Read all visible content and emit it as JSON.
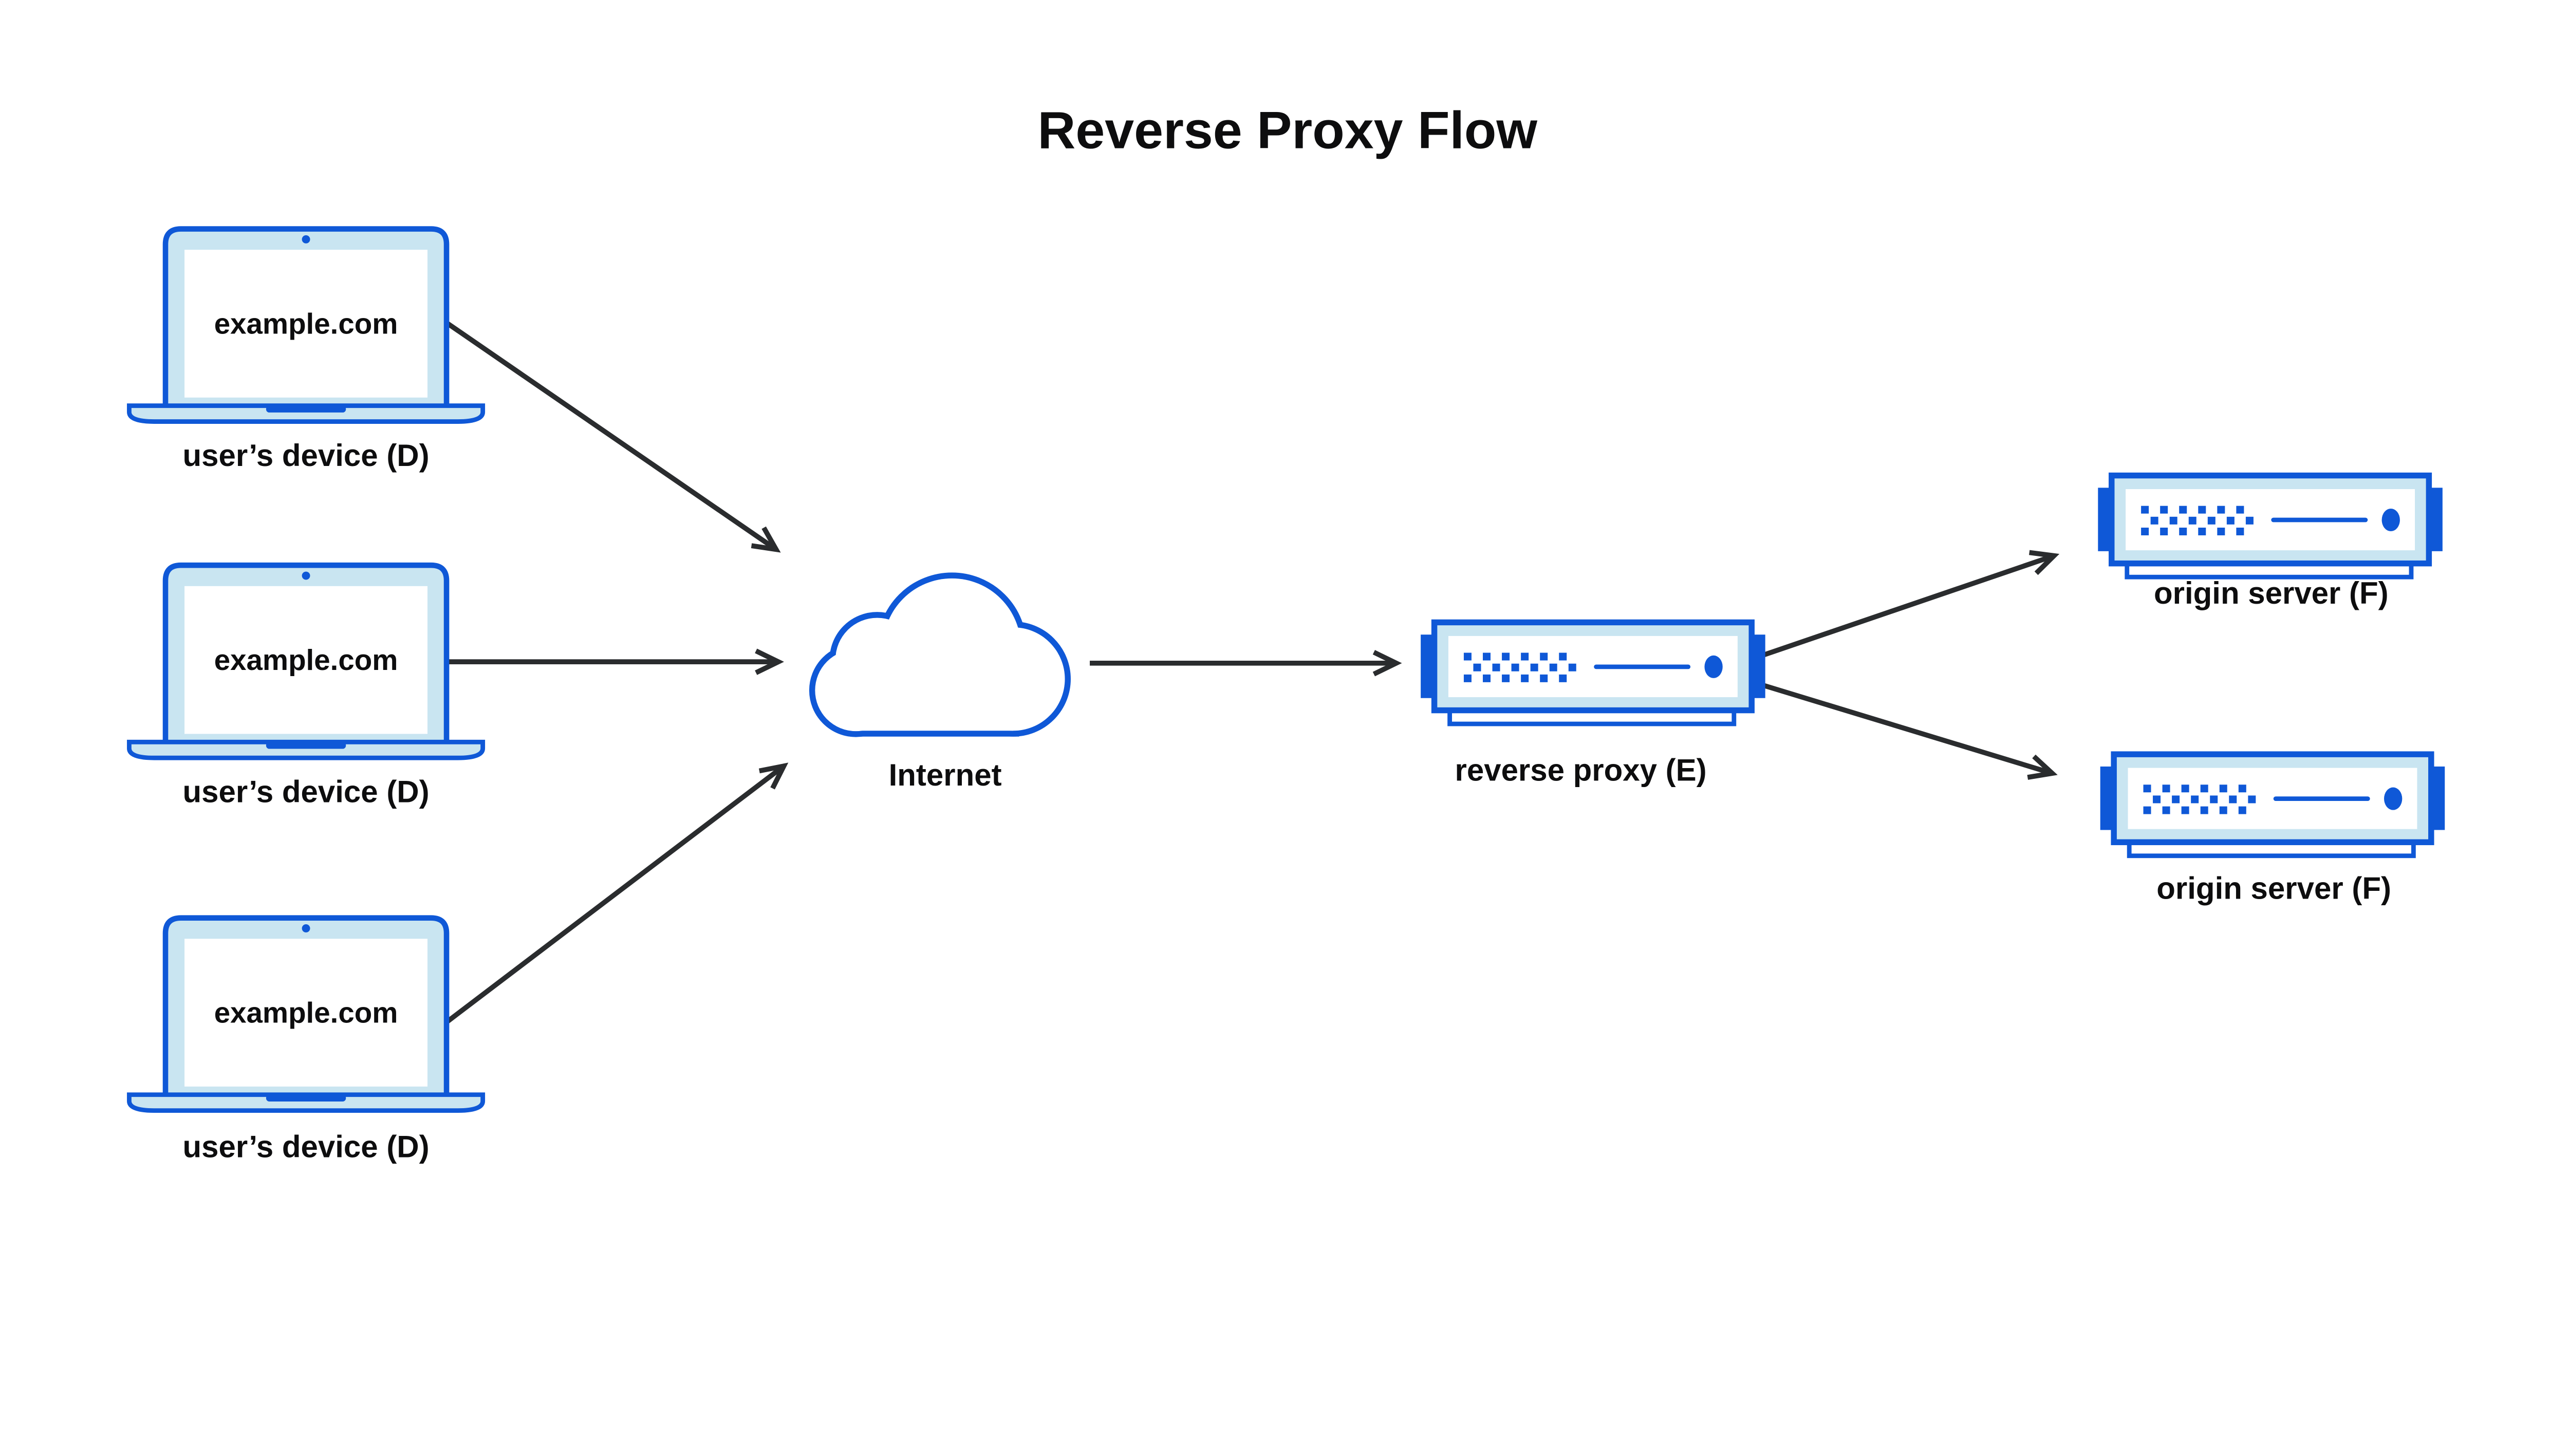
{
  "title": "Reverse Proxy Flow",
  "colors": {
    "blue": "#0f58d7",
    "light_blue": "#c9e5f1",
    "white": "#ffffff",
    "arrow": "#2a2c2e",
    "text": "#0d0d0e",
    "background": "#ffffff"
  },
  "devices": [
    {
      "screen_text": "example.com",
      "label": "user’s device (D)"
    },
    {
      "screen_text": "example.com",
      "label": "user’s device (D)"
    },
    {
      "screen_text": "example.com",
      "label": "user’s device (D)"
    }
  ],
  "internet": {
    "label": "Internet"
  },
  "reverse_proxy": {
    "label": "reverse proxy (E)"
  },
  "origin_servers": [
    {
      "label": "origin server (F)"
    },
    {
      "label": "origin server (F)"
    }
  ]
}
